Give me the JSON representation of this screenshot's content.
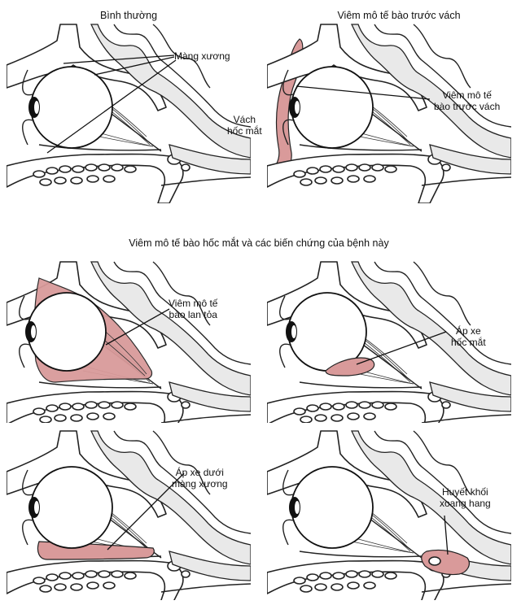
{
  "captions": {
    "normal": "Bình thường",
    "preseptal": "Viêm mô tế bào trước vách",
    "orbital_section": "Viêm mô tế bào hốc mắt và các biến chứng của bệnh này"
  },
  "labels": {
    "periosteum": "Màng xương",
    "preseptal_line1": "Viêm mô tế",
    "preseptal_line2": "bào trước vách",
    "septum_line1": "Vách",
    "septum_line2": "hốc mắt",
    "diffuse_line1": "Viêm mô tế",
    "diffuse_line2": "bào lan tỏa",
    "orbital_abscess_line1": "Áp xe",
    "orbital_abscess_line2": "hốc mắt",
    "subperiosteal_line1": "Áp xe dưới",
    "subperiosteal_line2": "màng xương",
    "thrombosis_line1": "Huyết khối",
    "thrombosis_line2": "xoang hang"
  },
  "colors": {
    "inflammation": "#d99a9a",
    "sinus": "#e9e9e9",
    "line": "#222222"
  }
}
